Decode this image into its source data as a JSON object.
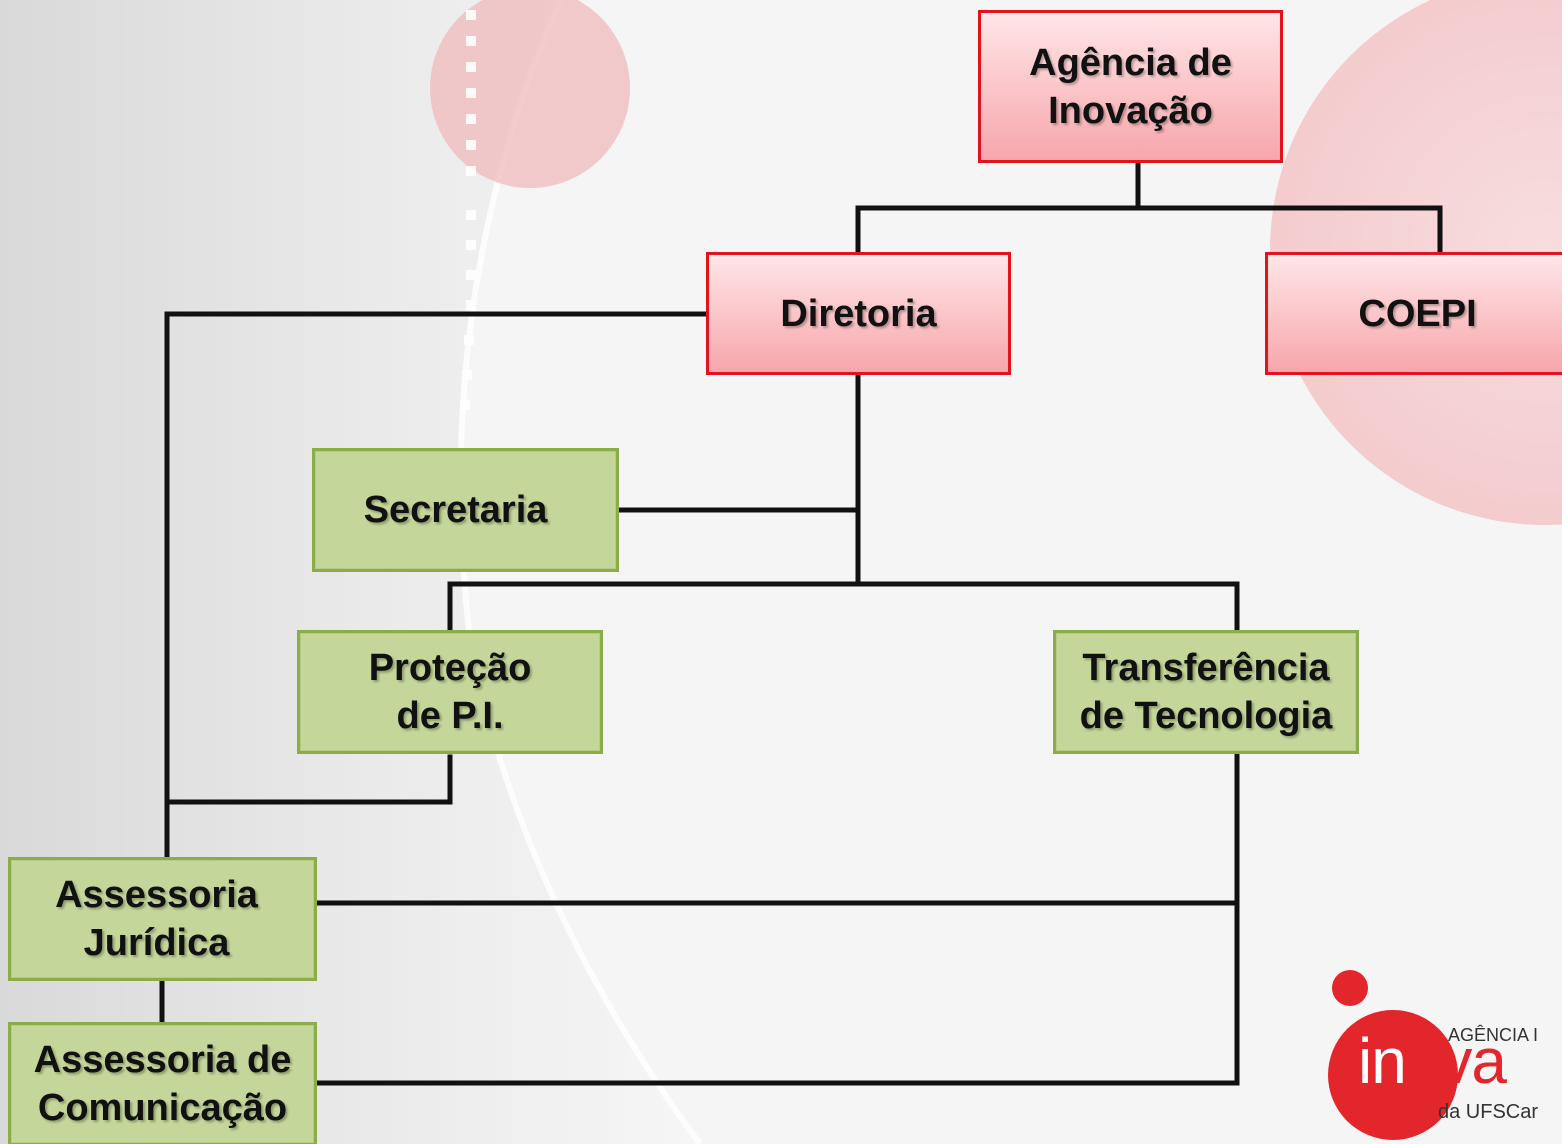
{
  "colors": {
    "red_border": "#e0141a",
    "red_fill": "#fbc3c7",
    "green_border": "#8aad4a",
    "green_fill": "#c4d699",
    "connector": "#111111",
    "logo_red": "#e3262c"
  },
  "nodes": {
    "agencia": "Agência de\nInovação",
    "diretoria": "Diretoria",
    "coepi": "COEPI",
    "secretaria": "Secretaria",
    "protecao": "Proteção\nde P.I.",
    "transferencia": "Transferência\nde Tecnologia",
    "juridica": "Assessoria\nJurídica",
    "comunicacao": "Assessoria de\nComunicação"
  },
  "logo": {
    "top_text": "AGÊNCIA I",
    "word_part1": "in",
    "word_part2": "ova",
    "bottom_text": "da UFSCar"
  }
}
